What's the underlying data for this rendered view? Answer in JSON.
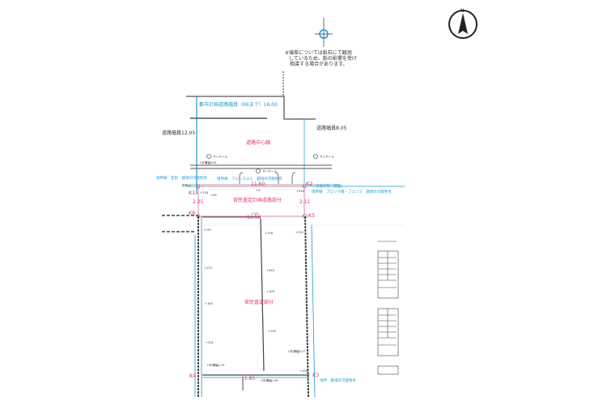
{
  "north_label": "N",
  "note_lines": [
    "※値差については鋲石にて観測",
    "しているため、鋲の影響を受け",
    "相違する場合があります。"
  ],
  "roads": {
    "planned_road_width": "都市計画道路幅員（K6まで）16.00",
    "left_road_width": "道路幅員12.05",
    "right_road_width": "道路幅員8.05",
    "road_center_note": "道路中心線"
  },
  "manholes": [
    "マンホール",
    "マンホール",
    "マンホール"
  ],
  "gutter_labels": [
    "L字溝幅0.61",
    "U字溝幅0.19",
    "U字溝幅0.27",
    "U字溝幅0.34"
  ],
  "boundary_notes": {
    "left_top": "境界線　官民　越境の可能性有",
    "top_middle": "境界線　フェンスエル　越境の可能性有",
    "survey_point": "境界点",
    "water_main": "水道本管（仮設）",
    "right_fence": "境界線　ブロック塀・フェンス　越境の可能性有",
    "bottom_right": "境界　越境の可能性有"
  },
  "areas": {
    "road_section": "官民査定計画道路部分",
    "lot_section": "官民査定部分"
  },
  "points": [
    "K1",
    "K2",
    "K3",
    "K4",
    "K5",
    "K6"
  ],
  "dimensions": {
    "top": "11.60",
    "middle": "11.56",
    "bottom": "11.85",
    "left": "2.25",
    "right": "2.11"
  },
  "elevations": [
    "+118",
    "+20",
    "+4",
    "+034",
    "+127",
    "+132",
    "+126",
    "+130",
    "+172",
    "+033",
    "+104",
    "+163",
    "+133",
    "+201",
    "+104"
  ]
}
